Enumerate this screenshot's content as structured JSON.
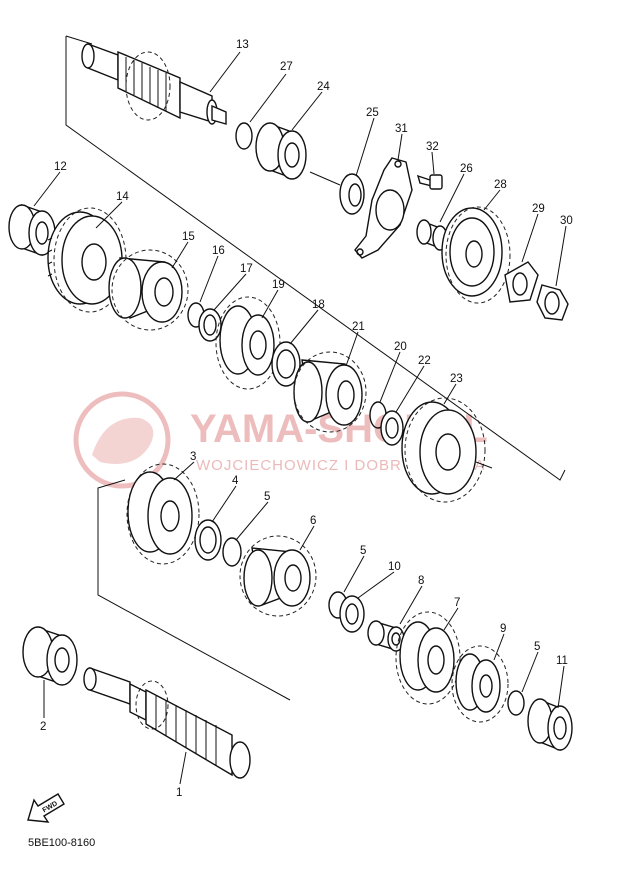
{
  "watermark": {
    "brand": "YAMA-SHOP.PL",
    "tagline": "WOJCIECHOWICZ I DOBRY YAMAHA",
    "color": "#e8a8a8"
  },
  "footer": {
    "code": "5BE100-8160"
  },
  "fwd_label": "FWD",
  "parts": [
    {
      "id": "13",
      "label": "13"
    },
    {
      "id": "27",
      "label": "27"
    },
    {
      "id": "24",
      "label": "24"
    },
    {
      "id": "25",
      "label": "25"
    },
    {
      "id": "31",
      "label": "31"
    },
    {
      "id": "32",
      "label": "32"
    },
    {
      "id": "26",
      "label": "26"
    },
    {
      "id": "28",
      "label": "28"
    },
    {
      "id": "29",
      "label": "29"
    },
    {
      "id": "30",
      "label": "30"
    },
    {
      "id": "12",
      "label": "12"
    },
    {
      "id": "14",
      "label": "14"
    },
    {
      "id": "15",
      "label": "15"
    },
    {
      "id": "16",
      "label": "16"
    },
    {
      "id": "17",
      "label": "17"
    },
    {
      "id": "19",
      "label": "19"
    },
    {
      "id": "18",
      "label": "18"
    },
    {
      "id": "21",
      "label": "21"
    },
    {
      "id": "20",
      "label": "20"
    },
    {
      "id": "22",
      "label": "22"
    },
    {
      "id": "23",
      "label": "23"
    },
    {
      "id": "3",
      "label": "3"
    },
    {
      "id": "4",
      "label": "4"
    },
    {
      "id": "5a",
      "label": "5"
    },
    {
      "id": "6",
      "label": "6"
    },
    {
      "id": "5b",
      "label": "5"
    },
    {
      "id": "10",
      "label": "10"
    },
    {
      "id": "8",
      "label": "8"
    },
    {
      "id": "7",
      "label": "7"
    },
    {
      "id": "9",
      "label": "9"
    },
    {
      "id": "5c",
      "label": "5"
    },
    {
      "id": "11",
      "label": "11"
    },
    {
      "id": "2",
      "label": "2"
    },
    {
      "id": "1",
      "label": "1"
    }
  ]
}
